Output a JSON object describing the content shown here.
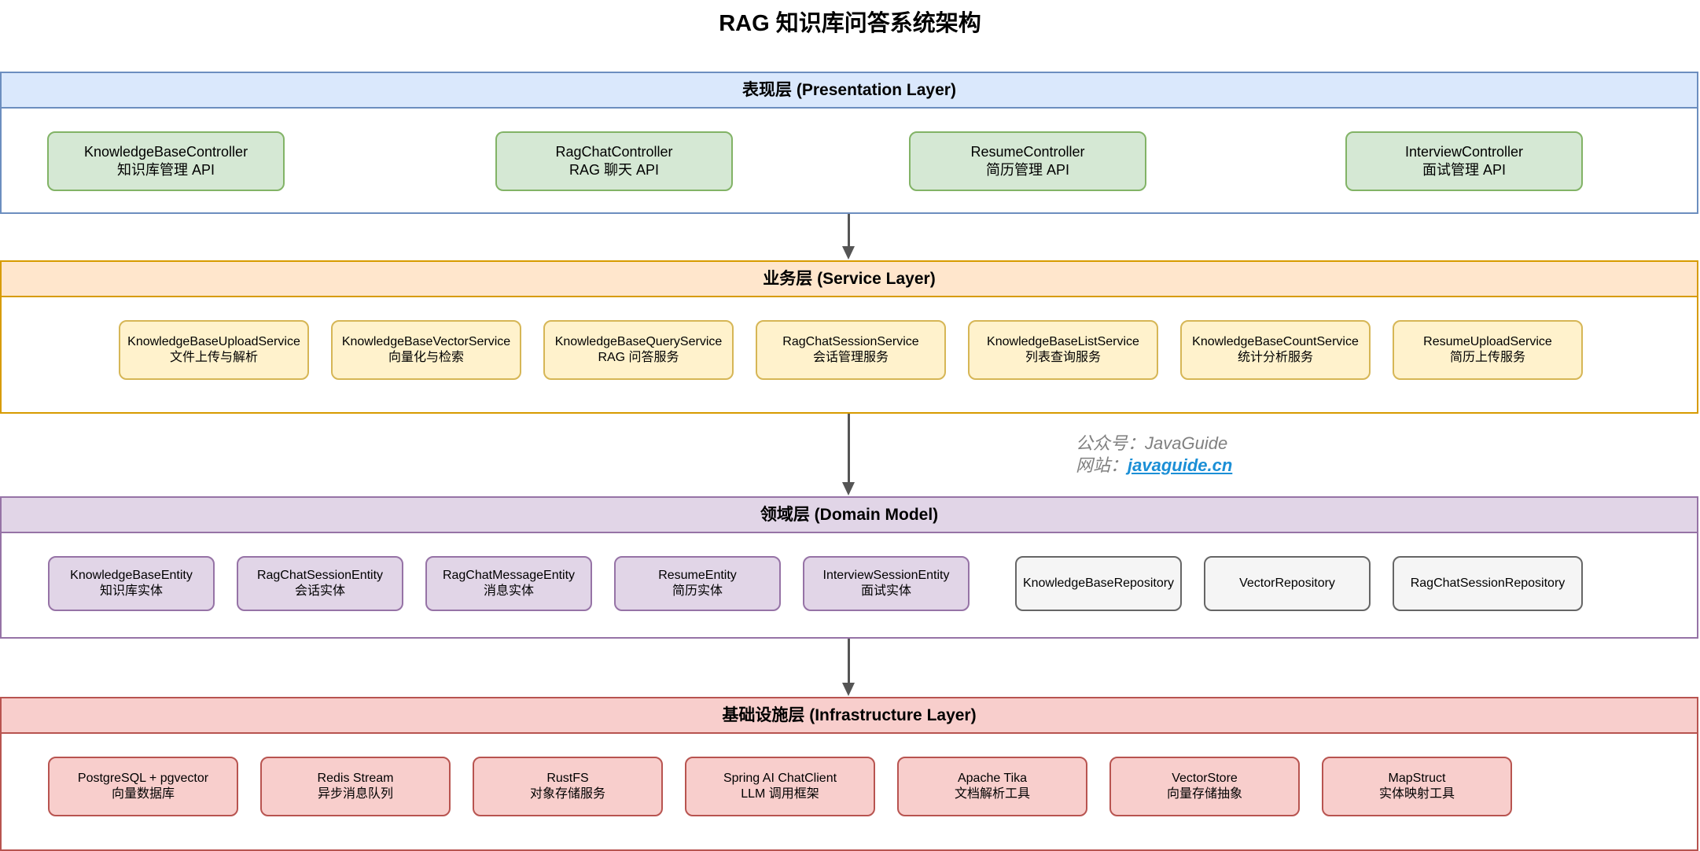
{
  "title": "RAG 知识库问答系统架构",
  "watermark": {
    "line1": "公众号：JavaGuide",
    "line2_prefix": "网站：",
    "line2_link": "javaguide.cn"
  },
  "layers": {
    "presentation": {
      "title": "表现层 (Presentation Layer)",
      "nodes": [
        {
          "name": "KnowledgeBaseController",
          "desc": "知识库管理 API"
        },
        {
          "name": "RagChatController",
          "desc": "RAG 聊天 API"
        },
        {
          "name": "ResumeController",
          "desc": "简历管理 API"
        },
        {
          "name": "InterviewController",
          "desc": "面试管理 API"
        }
      ]
    },
    "service": {
      "title": "业务层 (Service Layer)",
      "nodes": [
        {
          "name": "KnowledgeBaseUploadService",
          "desc": "文件上传与解析"
        },
        {
          "name": "KnowledgeBaseVectorService",
          "desc": "向量化与检索"
        },
        {
          "name": "KnowledgeBaseQueryService",
          "desc": "RAG 问答服务"
        },
        {
          "name": "RagChatSessionService",
          "desc": "会话管理服务"
        },
        {
          "name": "KnowledgeBaseListService",
          "desc": "列表查询服务"
        },
        {
          "name": "KnowledgeBaseCountService",
          "desc": "统计分析服务"
        },
        {
          "name": "ResumeUploadService",
          "desc": "简历上传服务"
        }
      ]
    },
    "domain": {
      "title": "领域层 (Domain Model)",
      "entities": [
        {
          "name": "KnowledgeBaseEntity",
          "desc": "知识库实体"
        },
        {
          "name": "RagChatSessionEntity",
          "desc": "会话实体"
        },
        {
          "name": "RagChatMessageEntity",
          "desc": "消息实体"
        },
        {
          "name": "ResumeEntity",
          "desc": "简历实体"
        },
        {
          "name": "InterviewSessionEntity",
          "desc": "面试实体"
        }
      ],
      "repositories": [
        {
          "name": "KnowledgeBaseRepository"
        },
        {
          "name": "VectorRepository"
        },
        {
          "name": "RagChatSessionRepository"
        }
      ]
    },
    "infrastructure": {
      "title": "基础设施层 (Infrastructure Layer)",
      "nodes": [
        {
          "name": "PostgreSQL + pgvector",
          "desc": "向量数据库"
        },
        {
          "name": "Redis Stream",
          "desc": "异步消息队列"
        },
        {
          "name": "RustFS",
          "desc": "对象存储服务"
        },
        {
          "name": "Spring AI ChatClient",
          "desc": "LLM 调用框架"
        },
        {
          "name": "Apache Tika",
          "desc": "文档解析工具"
        },
        {
          "name": "VectorStore",
          "desc": "向量存储抽象"
        },
        {
          "name": "MapStruct",
          "desc": "实体映射工具"
        }
      ]
    }
  },
  "colors": {
    "presentation": "#dae8fc",
    "service": "#ffe6cc",
    "domain": "#e1d5e7",
    "infrastructure": "#f8cecc",
    "controller_node": "#d5e8d4",
    "service_node": "#fff2cc",
    "entity_node": "#e1d5e7",
    "repository_node": "#f5f5f5",
    "infra_node": "#f8cecc",
    "arrow": "#555555"
  }
}
